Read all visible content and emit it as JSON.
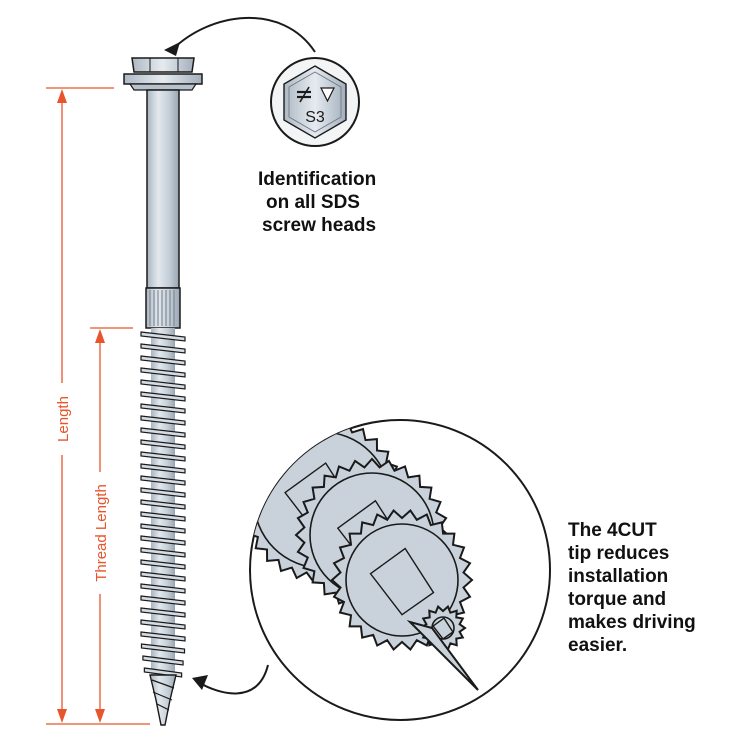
{
  "colors": {
    "dimension": "#e8542b",
    "metal": "#c9d2db",
    "metal_shadow": "#9aa7b3",
    "metal_light": "#e6ebf0",
    "outline": "#1a1a1a"
  },
  "dimensions": {
    "length_label": "Length",
    "thread_length_label": "Thread Length"
  },
  "head_marking": {
    "text": "S3",
    "icon": "equals-slash-logo-icon",
    "shape": "hexagon"
  },
  "captions": {
    "identification": [
      "Identification",
      "on all SDS",
      "screw heads"
    ],
    "tip": [
      "The 4CUT",
      "tip reduces",
      "installation",
      "torque and",
      "makes driving",
      "easier."
    ]
  },
  "callouts": {
    "head_detail": "hex-head-top-view",
    "tip_detail": "4cut-tip-close-up"
  }
}
